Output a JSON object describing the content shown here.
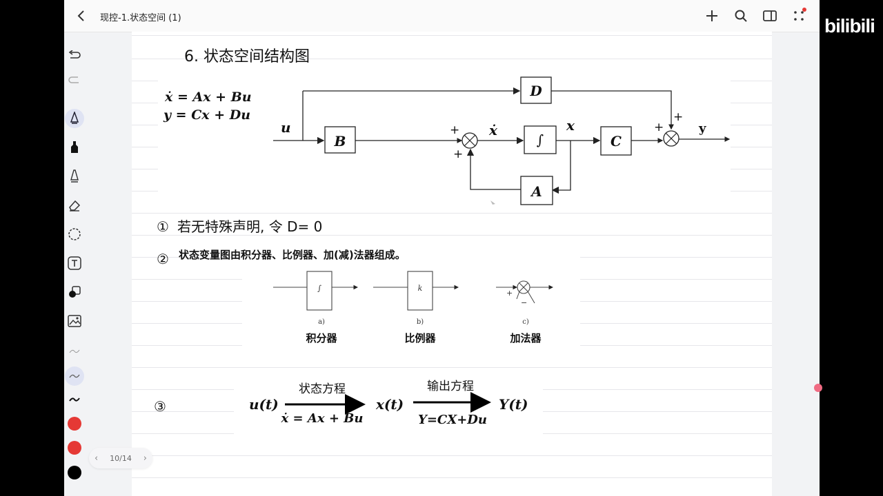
{
  "header": {
    "title": "现控-1.状态空间 (1)"
  },
  "toolbar": {
    "tools": [
      {
        "name": "undo-icon",
        "glyph": "↩"
      },
      {
        "name": "redo-icon",
        "glyph": "↪"
      },
      {
        "name": "pen-icon",
        "glyph": "✎"
      },
      {
        "name": "marker-icon",
        "glyph": "✎"
      },
      {
        "name": "highlighter-icon",
        "glyph": "✎"
      },
      {
        "name": "eraser-icon",
        "glyph": "⌫"
      },
      {
        "name": "lasso-icon",
        "glyph": "◌"
      },
      {
        "name": "text-tool-icon",
        "glyph": "T"
      },
      {
        "name": "shape-tool-icon",
        "glyph": "◘"
      },
      {
        "name": "image-tool-icon",
        "glyph": "▣"
      }
    ],
    "colors": [
      "#e53935",
      "#e53935",
      "#000000"
    ]
  },
  "note": {
    "heading": "6. 状态空间结构图",
    "eq1": "ẋ = Ax + Bu",
    "eq2": "y = Cx + Du",
    "item1_num": "①",
    "item1_text": "若无特殊声明, 令 D= 0",
    "item2_num": "②",
    "item2_text": "状态变量图由积分器、比例器、加(减)法器组成。",
    "item3_num": "③"
  },
  "block_diagram": {
    "u": "u",
    "B": "B",
    "D": "D",
    "C": "C",
    "A": "A",
    "xdot": "ẋ",
    "x": "x",
    "y": "y",
    "integral": "∫",
    "plus": "+"
  },
  "components": {
    "a_sub": "a)",
    "a_name": "积分器",
    "a_sym": "∫",
    "b_sub": "b)",
    "b_name": "比例器",
    "b_sym": "k",
    "c_sub": "c)",
    "c_name": "加法器",
    "plus": "+",
    "minus": "−"
  },
  "flow": {
    "u_t": "u(t)",
    "state_eq_label": "状态方程",
    "state_eq": "ẋ = Ax + Bu",
    "x_t": "x(t)",
    "output_eq_label": "输出方程",
    "output_eq": "Y=CX+Du",
    "Y_t": "Y(t)"
  },
  "pager": {
    "label": "10/14"
  },
  "watermark": {
    "brand": "bilibili"
  }
}
